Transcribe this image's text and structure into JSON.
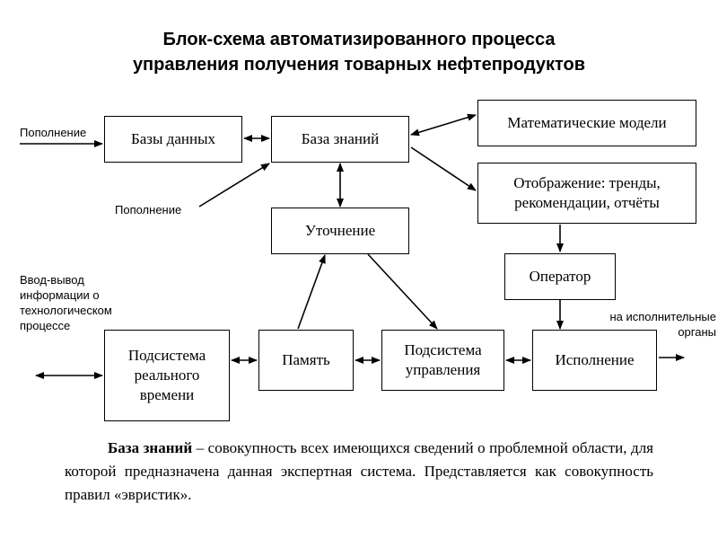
{
  "title": {
    "line1": "Блок-схема автоматизированного процесса",
    "line2": "управления получения товарных нефтепродуктов"
  },
  "boxes": {
    "databases": "Базы данных",
    "knowledge_base": "База знаний",
    "math_models": "Математические модели",
    "display": "Отображение: тренды, рекомендации, отчёты",
    "refinement": "Уточнение",
    "operator": "Оператор",
    "realtime_subsystem": "Подсистема реального времени",
    "memory": "Память",
    "control_subsystem": "Подсистема управления",
    "execution": "Исполнение"
  },
  "labels": {
    "replenishment_left": "Пополнение",
    "replenishment_bottom": "Пополнение",
    "io_info": "Ввод-вывод информации о технологическом процессе",
    "to_actuators": "на исполнительные органы"
  },
  "description": {
    "term": "База знаний",
    "text": " – совокупность всех имеющихся сведений о проблемной области, для которой предназначена данная экспертная система. Представляется как совокупность правил «эвристик»."
  }
}
